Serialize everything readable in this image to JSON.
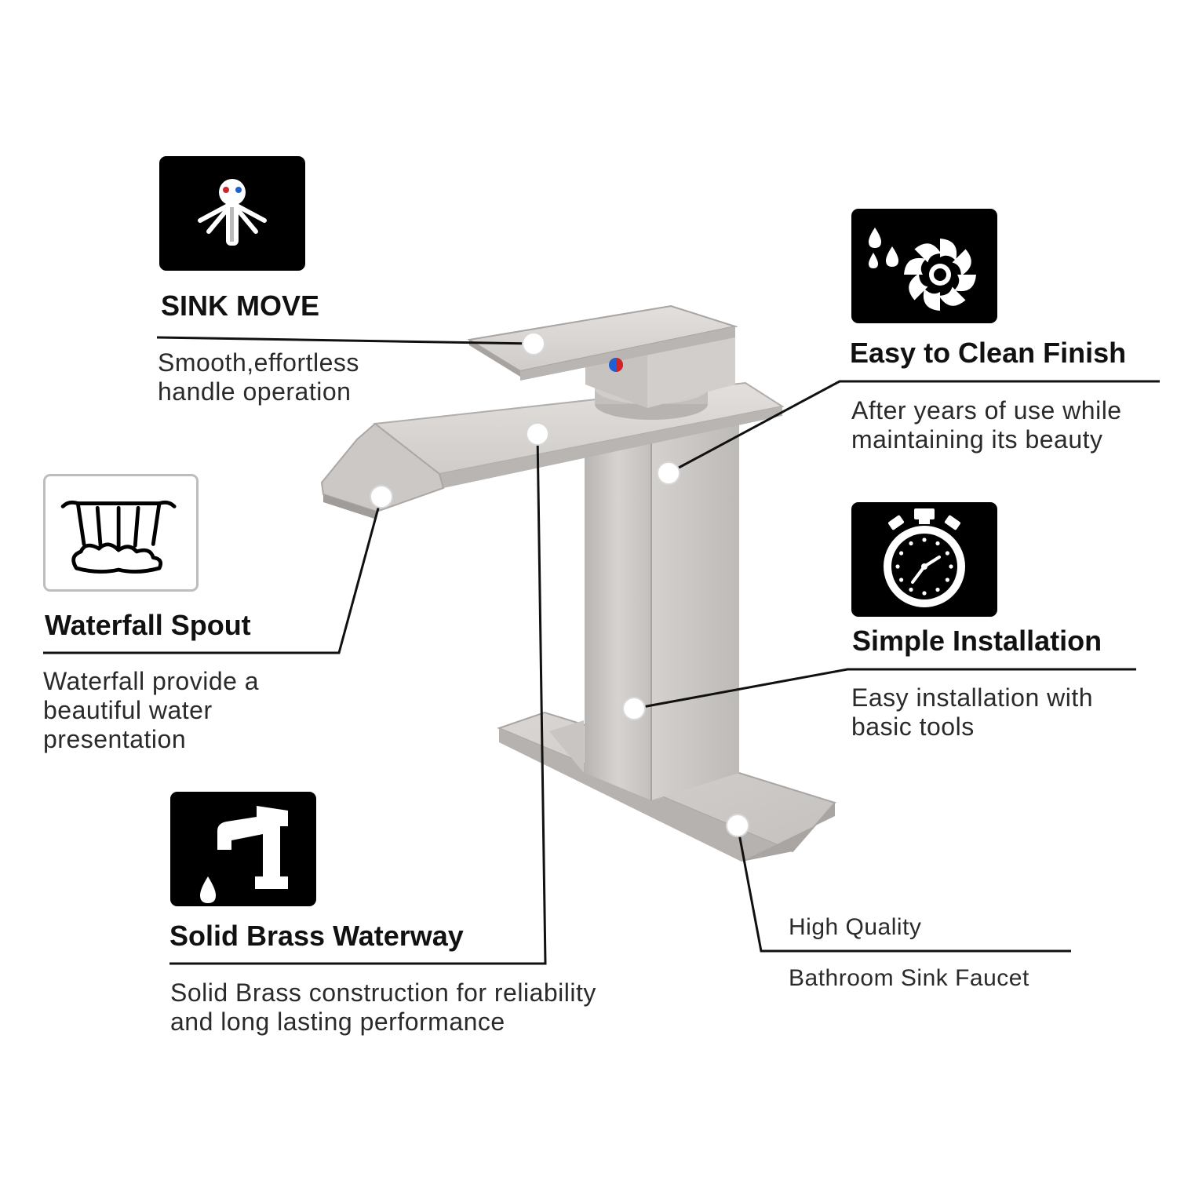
{
  "features": {
    "sink_move": {
      "title": "SINK MOVE",
      "lines": [
        "Smooth,effortless",
        "handle operation"
      ],
      "icon": "faucet-handle-icon"
    },
    "easy_clean": {
      "title": "Easy to Clean Finish",
      "lines": [
        "After years of use while",
        "maintaining its beauty"
      ],
      "icon": "water-drops-fan-icon"
    },
    "waterfall": {
      "title": "Waterfall Spout",
      "lines": [
        "Waterfall provide a",
        "beautiful water",
        "presentation"
      ],
      "icon": "waterfall-icon"
    },
    "installation": {
      "title": "Simple Installation",
      "lines": [
        "Easy installation with",
        "basic tools"
      ],
      "icon": "stopwatch-icon"
    },
    "brass": {
      "title": "Solid Brass Waterway",
      "lines": [
        "Solid Brass construction for reliability",
        "and long lasting performance"
      ],
      "icon": "faucet-drop-icon"
    },
    "quality": {
      "line1": "High Quality",
      "line2": "Bathroom Sink Faucet"
    }
  },
  "colors": {
    "icon_bg": "#000000",
    "brushed_nickel": "#c9c6c3",
    "hot_indicator": "#d0242a",
    "cold_indicator": "#1f5fd1"
  }
}
